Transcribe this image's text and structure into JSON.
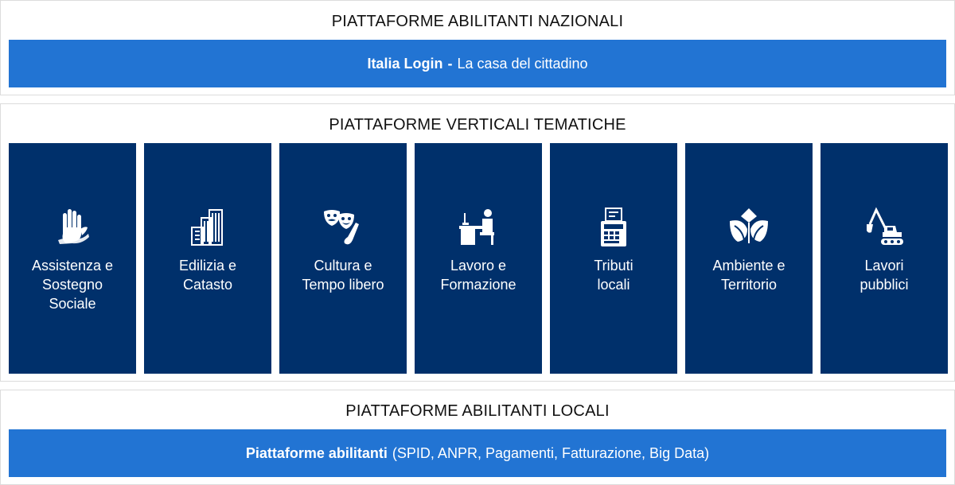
{
  "national": {
    "title": "PIATTAFORME ABILITANTI NAZIONALI",
    "bar_bold": "Italia Login",
    "bar_separator": "-",
    "bar_text": "La casa del cittadino"
  },
  "vertical": {
    "title": "PIATTAFORME VERTICALI TEMATICHE",
    "tiles": [
      {
        "label": "Assistenza e\nSostegno\nSociale",
        "icon": "hand-icon"
      },
      {
        "label": "Edilizia e\nCatasto",
        "icon": "buildings-icon"
      },
      {
        "label": "Cultura e\nTempo libero",
        "icon": "theater-masks-icon"
      },
      {
        "label": "Lavoro e\nFormazione",
        "icon": "desk-worker-icon"
      },
      {
        "label": "Tributi\nlocali",
        "icon": "cash-register-icon"
      },
      {
        "label": "Ambiente e\nTerritorio",
        "icon": "leaves-icon"
      },
      {
        "label": "Lavori\npubblici",
        "icon": "excavator-icon"
      }
    ]
  },
  "local": {
    "title": "PIATTAFORME ABILITANTI LOCALI",
    "bar_bold": "Piattaforme abilitanti",
    "bar_text": "(SPID, ANPR, Pagamenti, Fatturazione, Big Data)"
  },
  "colors": {
    "bar_blue": "#2274d3",
    "tile_navy": "#00306b",
    "border": "#dcdcdc"
  }
}
